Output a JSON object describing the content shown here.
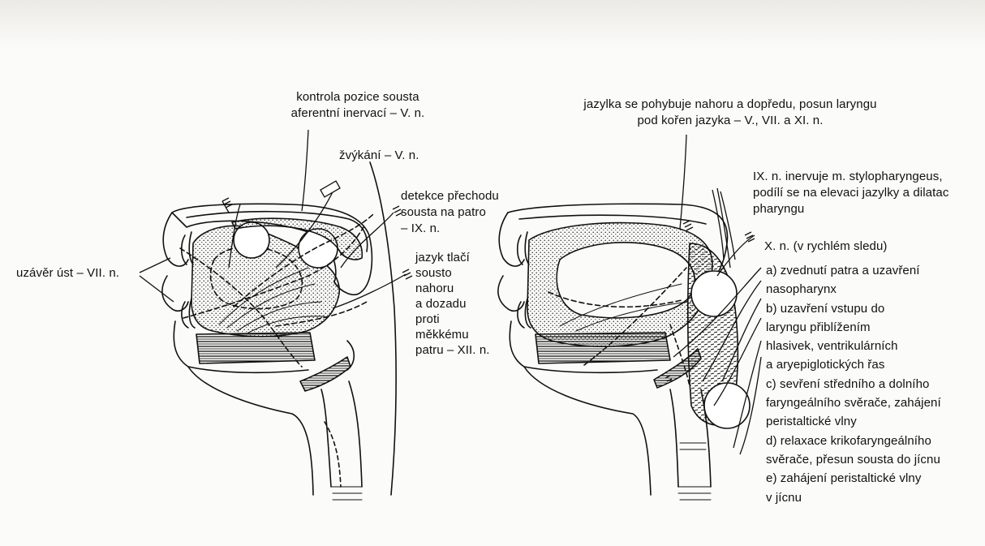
{
  "left_panel": {
    "labels": {
      "kontrola": [
        "kontrola pozice sousta",
        "aferentní inervací – V. n."
      ],
      "zvykani": "žvýkání – V. n.",
      "detekce": [
        "detekce přechodu",
        "sousta na patro",
        "– IX. n."
      ],
      "uzaver": "uzávěr úst – VII. n.",
      "jazyk": [
        "jazyk tlačí",
        "sousto",
        "nahoru",
        "a dozadu",
        "proti",
        "měkkému",
        "patru – XII. n."
      ]
    }
  },
  "right_panel": {
    "labels": {
      "jazylka": [
        "jazylka se pohybuje nahoru a dopředu, posun laryngu",
        "pod kořen jazyka – V., VII. a XI. n."
      ],
      "ix": [
        "IX. n. inervuje m. stylopharyngeus,",
        "podílí se na elevaci jazylky a dilatac",
        "pharyngu"
      ],
      "x_title": "X. n. (v rychlém sledu)",
      "x_items": [
        "a) zvednutí patra a uzavření",
        "nasopharynx",
        "b) uzavření vstupu do",
        "laryngu přiblížením",
        "hlasivek, ventrikulárních",
        "a aryepiglotických řas",
        "c) sevření středního a dolního",
        "faryngeálního svěrače, zahájení",
        "peristaltické vlny",
        "d) relaxace krikofaryngeálního",
        "svěrače, přesun sousta do jícnu",
        "e) zahájení peristaltické vlny",
        "v jícnu"
      ]
    }
  }
}
